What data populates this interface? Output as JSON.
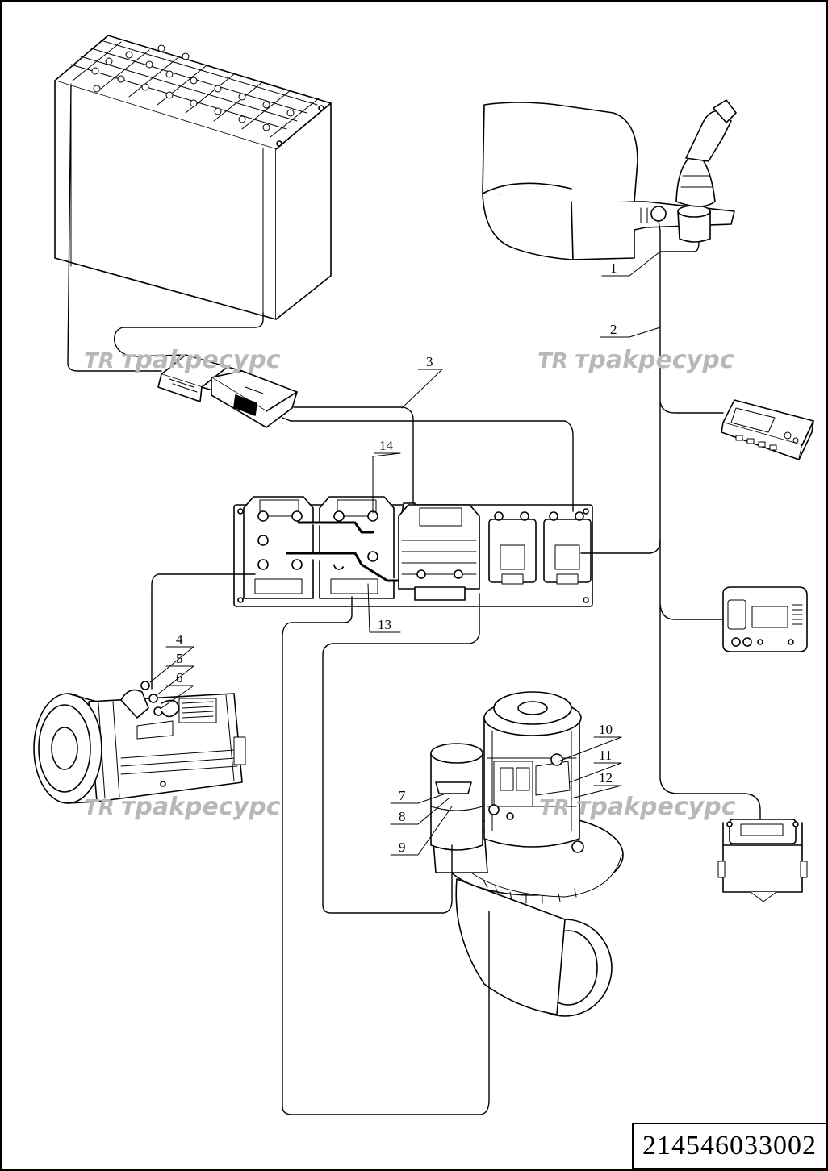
{
  "callouts": [
    {
      "num": "1"
    },
    {
      "num": "2"
    },
    {
      "num": "3"
    },
    {
      "num": "4"
    },
    {
      "num": "5"
    },
    {
      "num": "6"
    },
    {
      "num": "7"
    },
    {
      "num": "8"
    },
    {
      "num": "9"
    },
    {
      "num": "10"
    },
    {
      "num": "11"
    },
    {
      "num": "12"
    },
    {
      "num": "13"
    },
    {
      "num": "14"
    }
  ],
  "watermark": {
    "text": "трakресурс",
    "logo": "TR",
    "color": "#b8b8b8"
  },
  "part_number": "214546033002",
  "colors": {
    "line": "#000000",
    "background": "#ffffff"
  }
}
